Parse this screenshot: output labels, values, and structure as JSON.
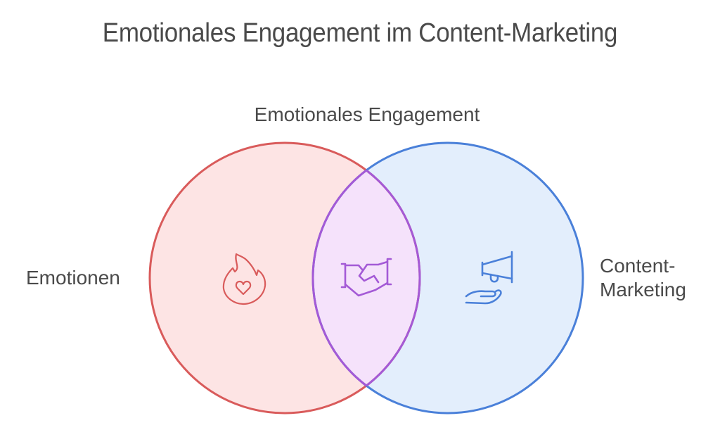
{
  "title": "Emotionales Engagement im Content-Marketing",
  "labels": {
    "intersection": "Emotionales Engagement",
    "left": "Emotionen",
    "right_line1": "Content-",
    "right_line2": "Marketing"
  },
  "sets": [
    {
      "name": "Emotionen",
      "icon": "flame-heart-icon",
      "stroke": "#d95b5b",
      "fill": "#fde4e4"
    },
    {
      "name": "Content-Marketing",
      "icon": "hand-megaphone-icon",
      "stroke": "#4a80d9",
      "fill": "#e3eefc"
    }
  ],
  "intersection": {
    "name": "Emotionales Engagement",
    "icon": "handshake-icon",
    "stroke": "#a45ad6",
    "fill": "#f5e2fb"
  }
}
